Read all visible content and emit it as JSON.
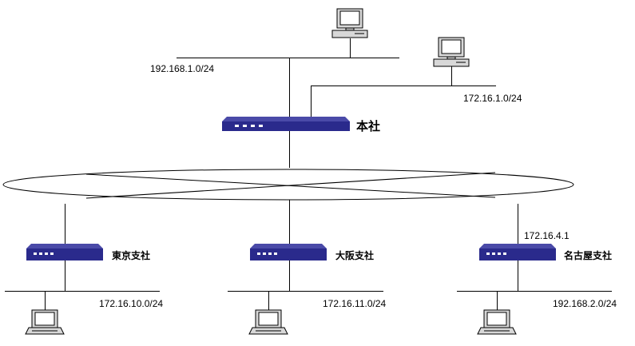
{
  "hq": {
    "label": "本社",
    "lan_main": "192.168.1.0/24",
    "lan_sub": "172.16.1.0/24"
  },
  "branches": {
    "tokyo": {
      "label": "東京支社",
      "lan": "172.16.10.0/24"
    },
    "osaka": {
      "label": "大阪支社",
      "lan": "172.16.11.0/24"
    },
    "nagoya": {
      "label": "名古屋支社",
      "lan": "192.168.2.0/24",
      "router_ip": "172.16.4.1"
    }
  },
  "colors": {
    "router": "#2a2a8c",
    "router_top": "#4a4aa8",
    "router_led": "#ffffff",
    "pc_body": "#d8d8d8",
    "pc_screen": "#ffffff",
    "line": "#000000"
  }
}
